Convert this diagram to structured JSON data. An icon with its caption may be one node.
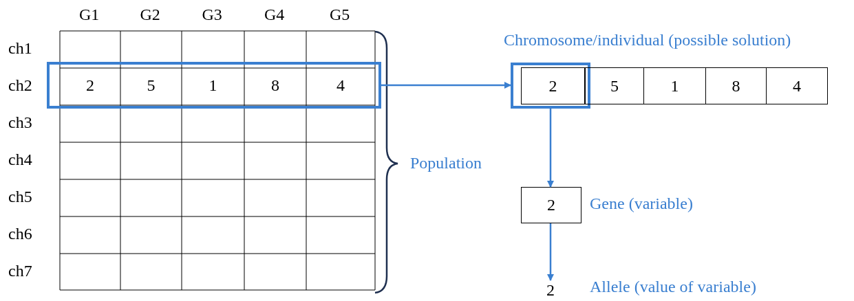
{
  "diagram": {
    "nodes": [
      {
        "text": [
          "2",
          "5",
          "1",
          "8",
          "4"
        ]
      },
      {
        "text": [
          "Chromosome/individual (possible solution)"
        ]
      },
      {
        "text": [
          "2"
        ],
        "in": 1
      },
      {
        "text": [
          "5"
        ],
        "in": 1
      },
      {
        "text": [
          "1"
        ],
        "in": 1
      },
      {
        "text": [
          "8"
        ],
        "in": 1
      },
      {
        "text": [
          "4"
        ],
        "in": 1
      },
      {
        "text": [
          "2"
        ],
        "beside": [
          "Gene (variable)"
        ]
      },
      {
        "text": [
          "2"
        ],
        "beside": [
          "Allele (value of variable)"
        ]
      }
    ],
    "edges": [
      {
        "from": 0,
        "to": 2,
        "arrow": "to"
      },
      {
        "from": 2,
        "to": 7,
        "arrow": "to"
      },
      {
        "from": 7,
        "to": 8,
        "arrow": "to"
      }
    ],
    "labels": [
      "G1",
      "G2",
      "G3",
      "G4",
      "G5",
      "ch1",
      "ch2",
      "ch3",
      "ch4",
      "ch5",
      "ch6",
      "ch7",
      "Population"
    ]
  }
}
